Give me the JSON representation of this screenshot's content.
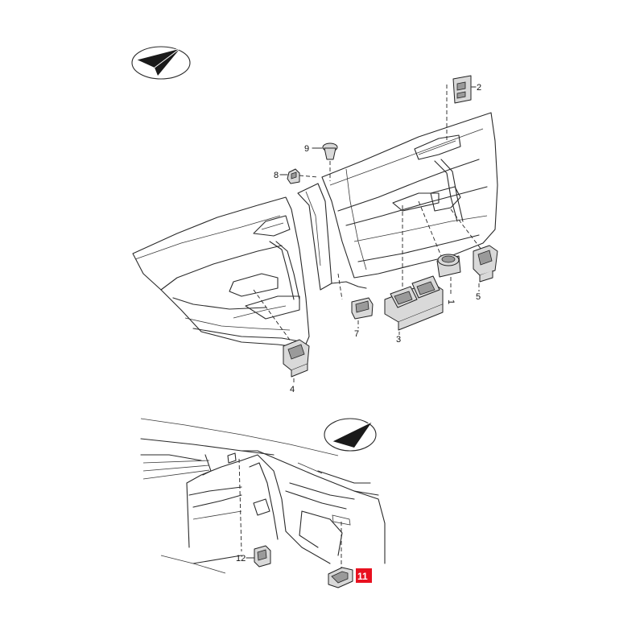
{
  "callouts": {
    "c1": "1",
    "c2": "2",
    "c3": "3",
    "c4": "4",
    "c5": "5",
    "c7": "7",
    "c8": "8",
    "c9": "9",
    "c11": "11",
    "c12": "12"
  },
  "icons": {
    "orientation_top": "direction-arrow-icon",
    "orientation_bottom": "direction-arrow-icon"
  },
  "colors": {
    "highlight": "#e8101f",
    "line": "#2a2a2a",
    "part_fill": "#d9d9d9"
  }
}
